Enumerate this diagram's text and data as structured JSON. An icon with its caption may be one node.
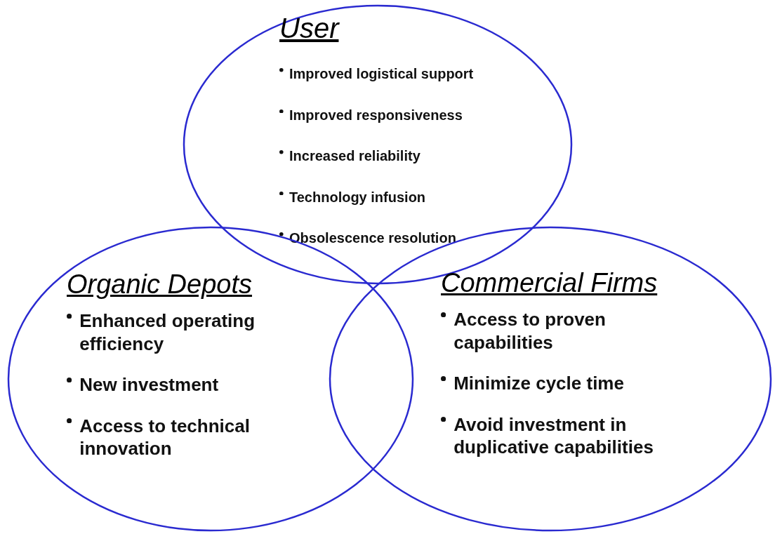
{
  "diagram": {
    "nodes": [
      {
        "text": [
          "User",
          "Improved logistical support",
          "Improved responsiveness",
          "Increased reliability",
          "Technology infusion",
          "Obsolescence resolution"
        ]
      },
      {
        "text": [
          "Organic Depots",
          "Enhanced operating efficiency",
          "New investment",
          "Access to technical innovation"
        ]
      },
      {
        "text": [
          "Commercial Firms",
          "Access to proven capabilities",
          "Minimize cycle time",
          "Avoid investment in duplicative capabilities"
        ]
      }
    ],
    "edges": []
  }
}
